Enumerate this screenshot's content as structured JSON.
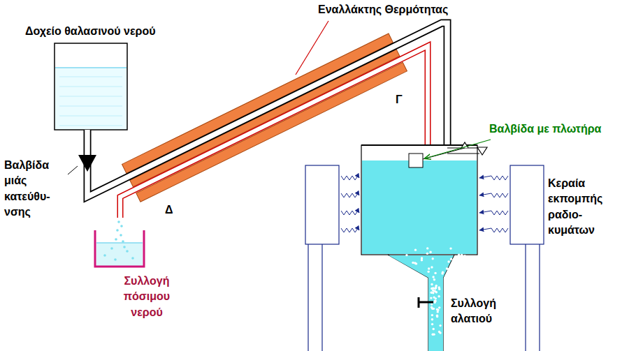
{
  "diagram": {
    "labels": [
      "Εναλλάκτης Θερμότητας",
      "Δοχείο θαλασινού νερού",
      "Γ",
      "Βαλβίδα με πλωτήρα",
      "Βαλβίδα μιάς κατεύθυ- νσης",
      "Κεραία εκπομπής ραδιο- κυμάτων",
      "Δ",
      "Συλλογή πόσιμου νερού",
      "Συλλογή αλατιού"
    ]
  }
}
